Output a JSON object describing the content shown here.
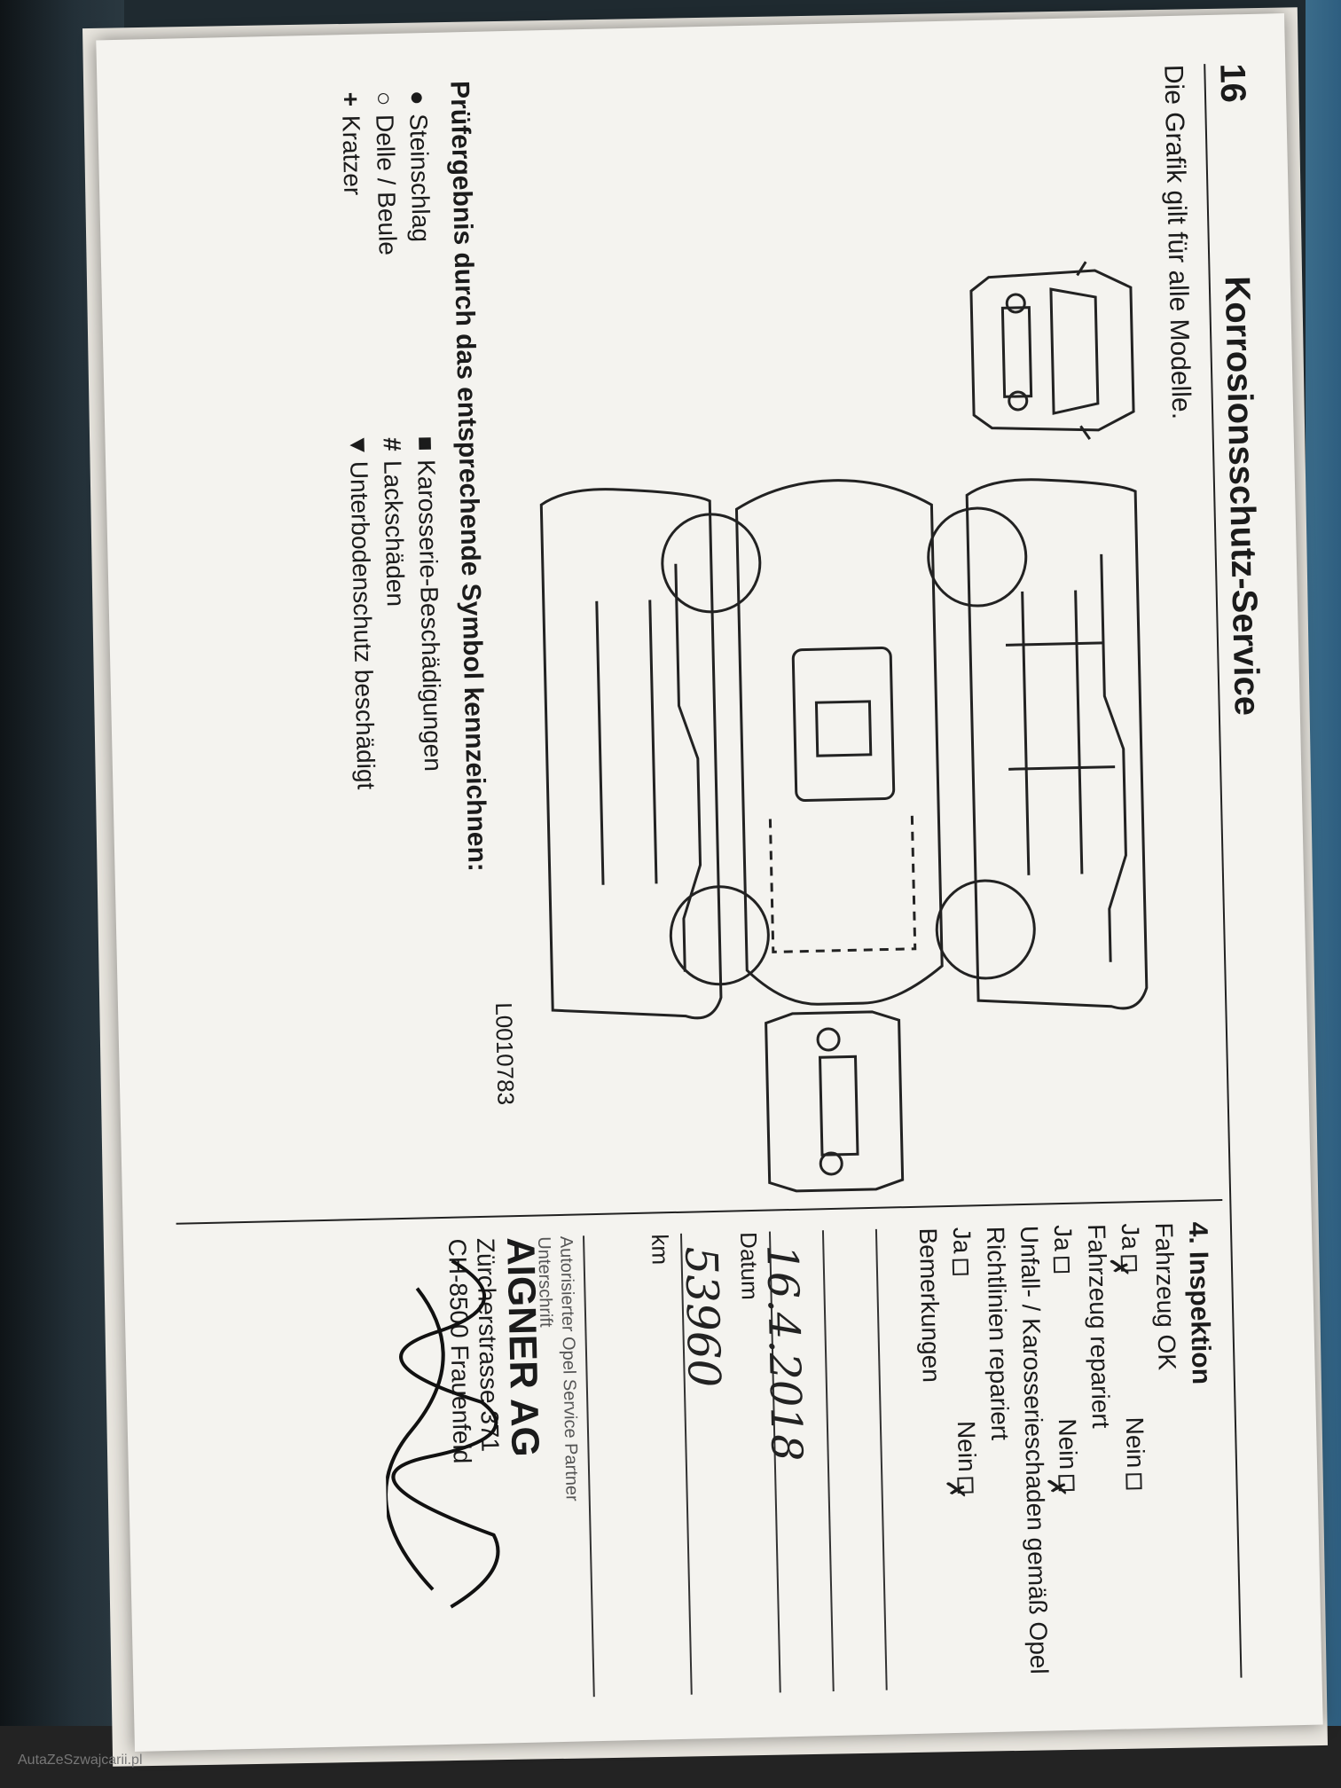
{
  "page_number": "16",
  "title": "Korrosionsschutz-Service",
  "intro": "Die Grafik gilt für alle Modelle.",
  "image_code": "L0010783",
  "legend": {
    "heading": "Prüfergebnis durch das entsprechende Symbol kennzeichnen:",
    "left": [
      {
        "symbol": "●",
        "label": "Steinschlag"
      },
      {
        "symbol": "○",
        "label": "Delle / Beule"
      },
      {
        "symbol": "+",
        "label": "Kratzer"
      }
    ],
    "right": [
      {
        "symbol": "■",
        "label": "Karosserie-Beschädigungen"
      },
      {
        "symbol": "#",
        "label": "Lackschäden"
      },
      {
        "symbol": "▼",
        "label": "Unterbodenschutz beschädigt"
      }
    ]
  },
  "inspection": {
    "heading": "4. Inspektion",
    "q1": "Fahrzeug OK",
    "q1_yes": "Ja",
    "q1_no": "Nein",
    "q2": "Fahrzeug repariert",
    "q2_yes": "Ja",
    "q2_no": "Nein",
    "q3": "Unfall- / Karosserieschaden gemäß Opel Richtlinien repariert",
    "q3_yes": "Ja",
    "q3_no": "Nein",
    "remarks_label": "Bemerkungen",
    "date_label": "Datum",
    "date_value": "16.4.2018",
    "km_label": "km",
    "km_value": "53960",
    "partner_label": "Autorisierter Opel Service Partner",
    "signature_label": "Unterschrift",
    "stamp_name": "AIGNER AG",
    "stamp_street": "Zürcherstrasse 371",
    "stamp_city": "CH-8500 Frauenfeld"
  },
  "watermark": "AutaZeSzwajcarii.pl"
}
